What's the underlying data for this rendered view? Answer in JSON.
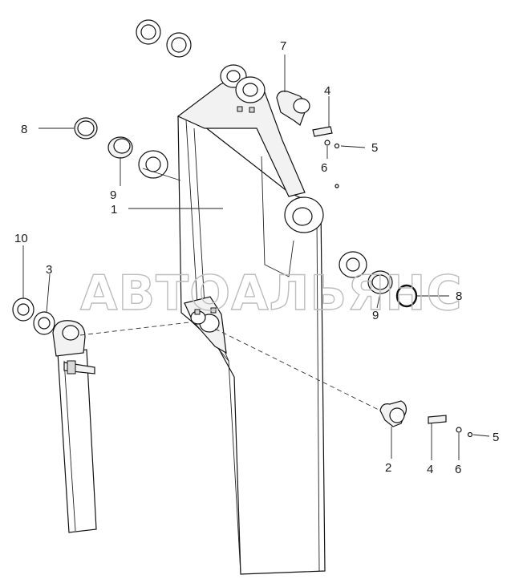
{
  "watermark": "АВТОАЛЬЯНС",
  "callouts": {
    "c1": "1",
    "c2": "2",
    "c3": "3",
    "c4a": "4",
    "c4b": "4",
    "c5a": "5",
    "c5b": "5",
    "c6a": "6",
    "c6b": "6",
    "c7": "7",
    "c8a": "8",
    "c8b": "8",
    "c9a": "9",
    "c9b": "9",
    "c10": "10"
  },
  "colors": {
    "outline": "#111111",
    "fill": "#f2f2f2",
    "watermark": "#bdbdbd"
  }
}
